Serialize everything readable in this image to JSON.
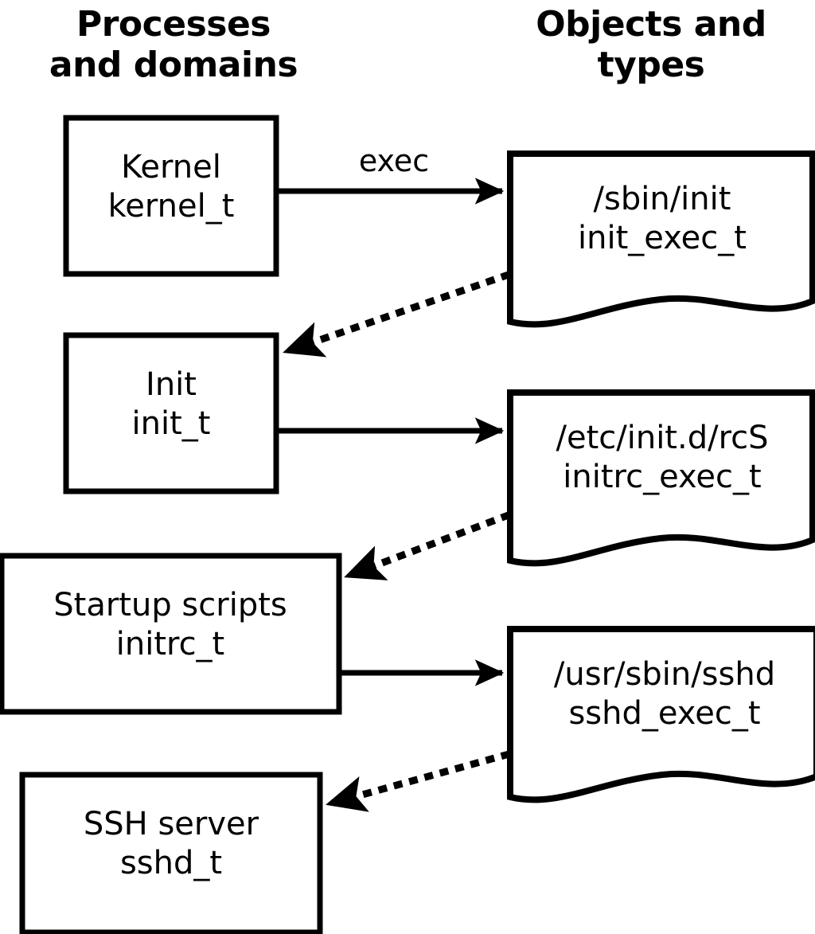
{
  "diagram": {
    "title": "SELinux process domains and object types transition diagram",
    "background_color": "#ffffff",
    "stroke_color": "#000000",
    "columns": {
      "left": {
        "heading": "Processes\nand domains"
      },
      "right": {
        "heading": "Objects and\ntypes"
      }
    },
    "process_nodes": [
      {
        "id": "kernel",
        "name": "Kernel",
        "type": "kernel_t",
        "label": "Kernel\nkernel_t"
      },
      {
        "id": "init",
        "name": "Init",
        "type": "init_t",
        "label": "Init\ninit_t"
      },
      {
        "id": "initrc",
        "name": "Startup scripts",
        "type": "initrc_t",
        "label": "Startup scripts\ninitrc_t"
      },
      {
        "id": "sshd",
        "name": "SSH server",
        "type": "sshd_t",
        "label": "SSH server\nsshd_t"
      }
    ],
    "object_nodes": [
      {
        "id": "init_exec",
        "path": "/sbin/init",
        "type": "init_exec_t",
        "label": "/sbin/init\ninit_exec_t"
      },
      {
        "id": "initrc_exec",
        "path": "/etc/init.d/rcS",
        "type": "initrc_exec_t",
        "label": "/etc/init.d/rcS\ninitrc_exec_t"
      },
      {
        "id": "sshd_exec",
        "path": "/usr/sbin/sshd",
        "type": "sshd_exec_t",
        "label": "/usr/sbin/sshd\nsshd_exec_t"
      }
    ],
    "edges": [
      {
        "id": "kernel-exec-init_exec",
        "from": "kernel",
        "to": "init_exec",
        "style": "solid",
        "label": "exec"
      },
      {
        "id": "init_exec-transition-init",
        "from": "init_exec",
        "to": "init",
        "style": "dotted",
        "label": ""
      },
      {
        "id": "init-exec-initrc_exec",
        "from": "init",
        "to": "initrc_exec",
        "style": "solid",
        "label": ""
      },
      {
        "id": "initrc_exec-transition-initrc",
        "from": "initrc_exec",
        "to": "initrc",
        "style": "dotted",
        "label": ""
      },
      {
        "id": "initrc-exec-sshd_exec",
        "from": "initrc",
        "to": "sshd_exec",
        "style": "solid",
        "label": ""
      },
      {
        "id": "sshd_exec-transition-sshd",
        "from": "sshd_exec",
        "to": "sshd",
        "style": "dotted",
        "label": ""
      }
    ]
  }
}
